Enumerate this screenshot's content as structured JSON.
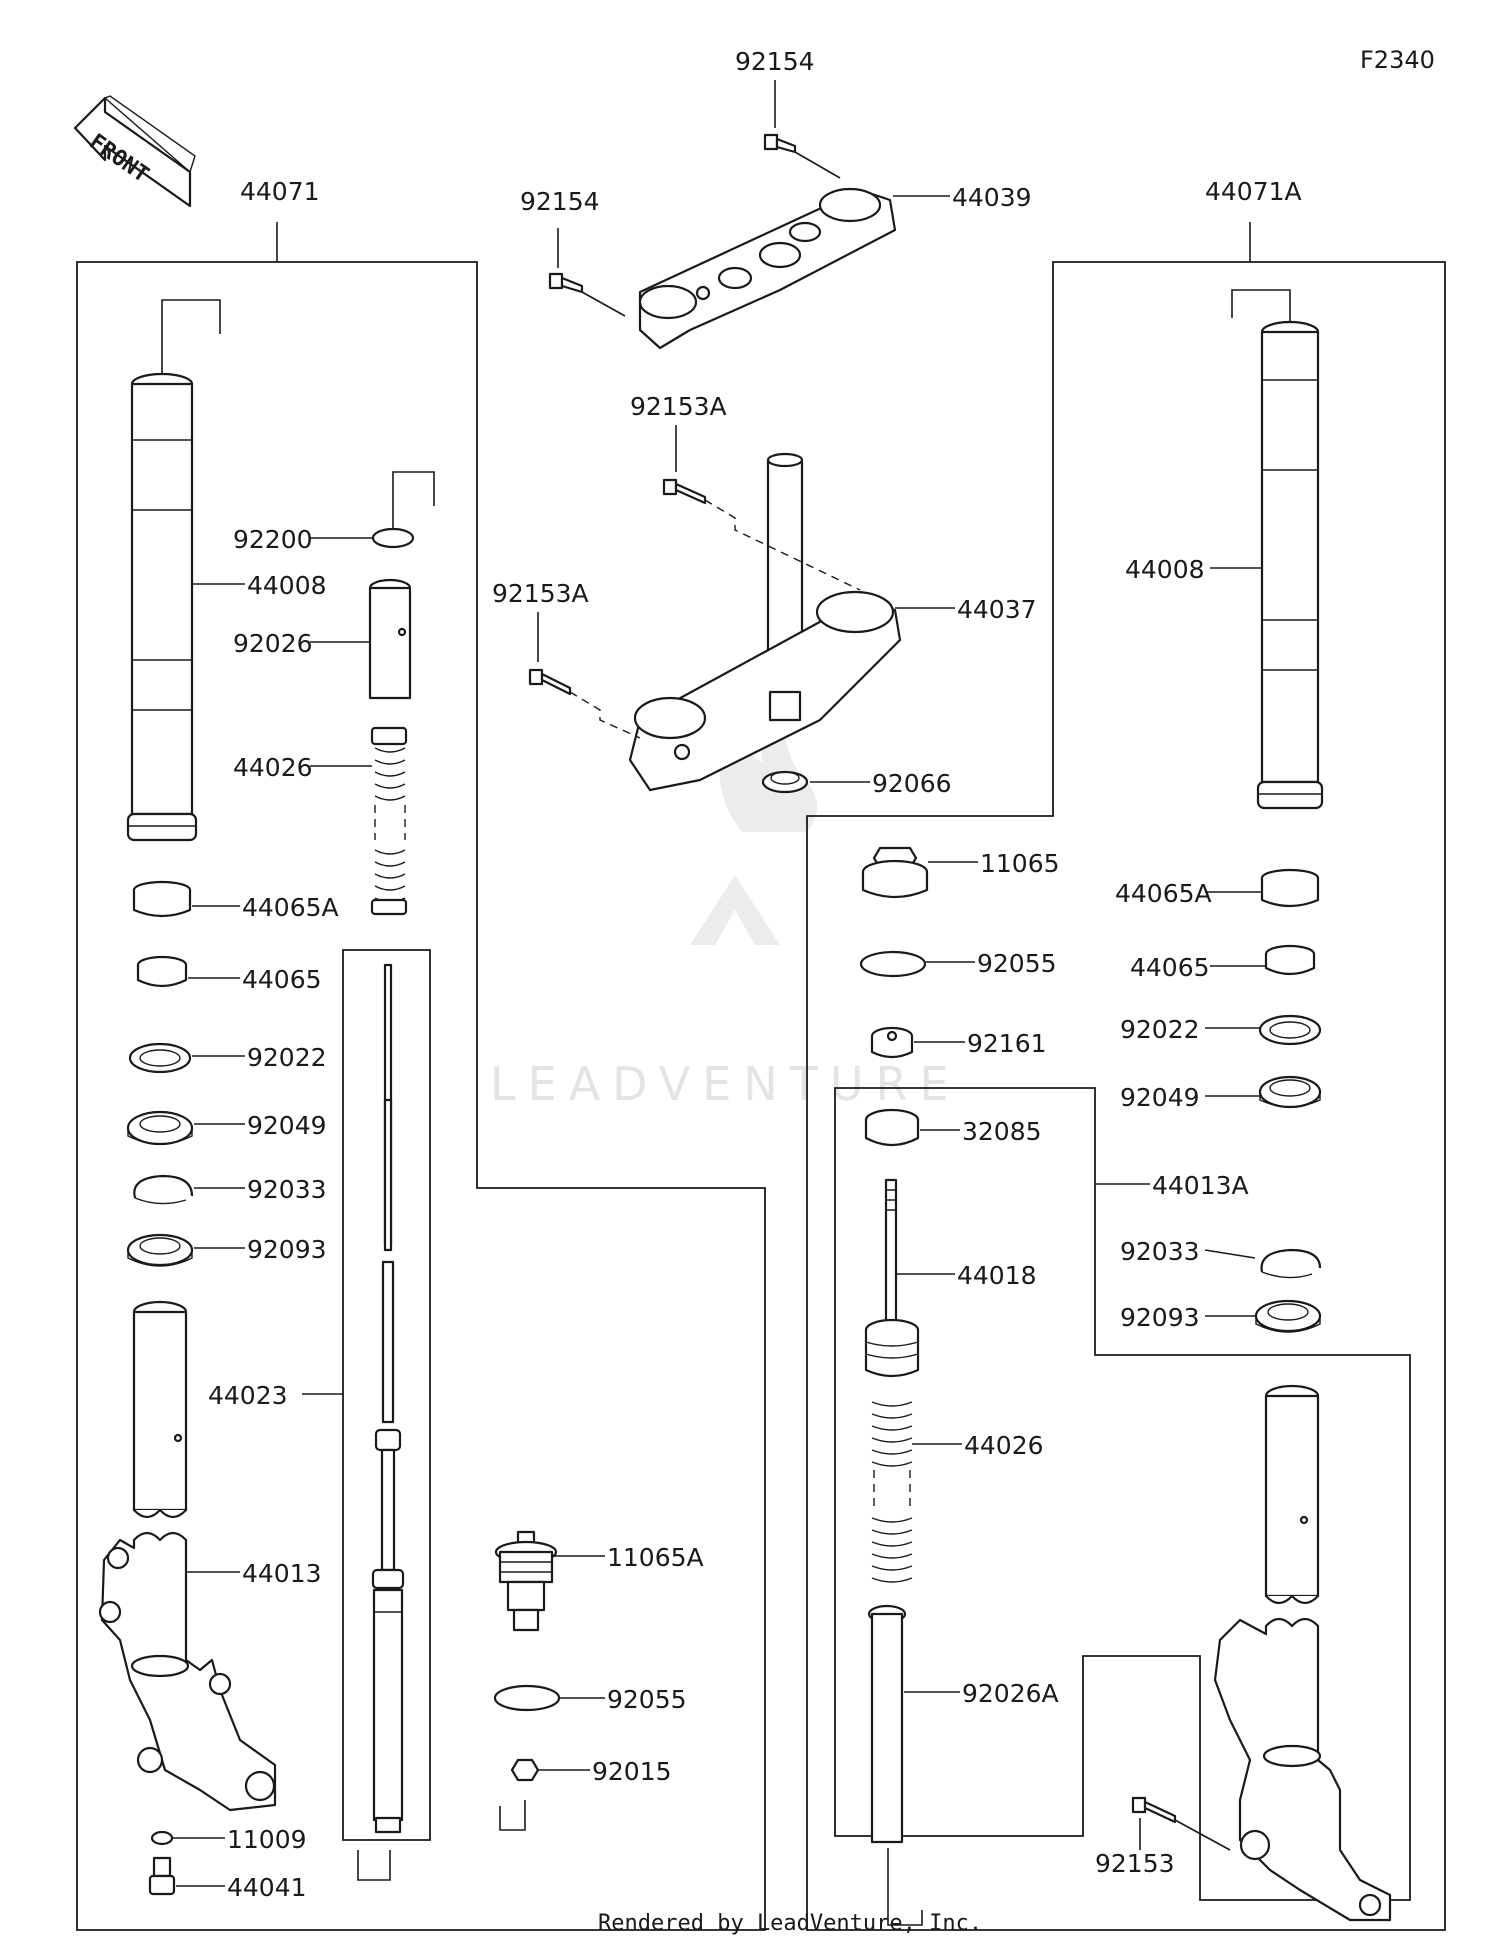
{
  "diagram_id": "F2340",
  "front_label": "FRONT",
  "watermark": "LEADVENTURE",
  "footer": "Rendered by LeadVenture, Inc.",
  "callouts": {
    "c92154_top": "92154",
    "c44039": "44039",
    "c92154_mid": "92154",
    "c44071": "44071",
    "c44071A": "44071A",
    "c92153A_1": "92153A",
    "c92153A_2": "92153A",
    "c44037": "44037",
    "c92066": "92066",
    "c92200": "92200",
    "c44008_l": "44008",
    "c92026": "92026",
    "c44026_l": "44026",
    "c44065A_l": "44065A",
    "c44065_l": "44065",
    "c92022_l": "92022",
    "c92049_l": "92049",
    "c92033_l": "92033",
    "c92093_l": "92093",
    "c44023": "44023",
    "c44013": "44013",
    "c11009": "11009",
    "c44041": "44041",
    "c11065A": "11065A",
    "c92055_m": "92055",
    "c92015": "92015",
    "c44008_r": "44008",
    "c11065": "11065",
    "c92055_r": "92055",
    "c92161": "92161",
    "c32085": "32085",
    "c44018": "44018",
    "c44026_r": "44026",
    "c92026A": "92026A",
    "c44065A_r": "44065A",
    "c44065_r": "44065",
    "c92022_r": "92022",
    "c92049_r": "92049",
    "c44013A": "44013A",
    "c92033_r": "92033",
    "c92093_r": "92093",
    "c92153": "92153"
  }
}
